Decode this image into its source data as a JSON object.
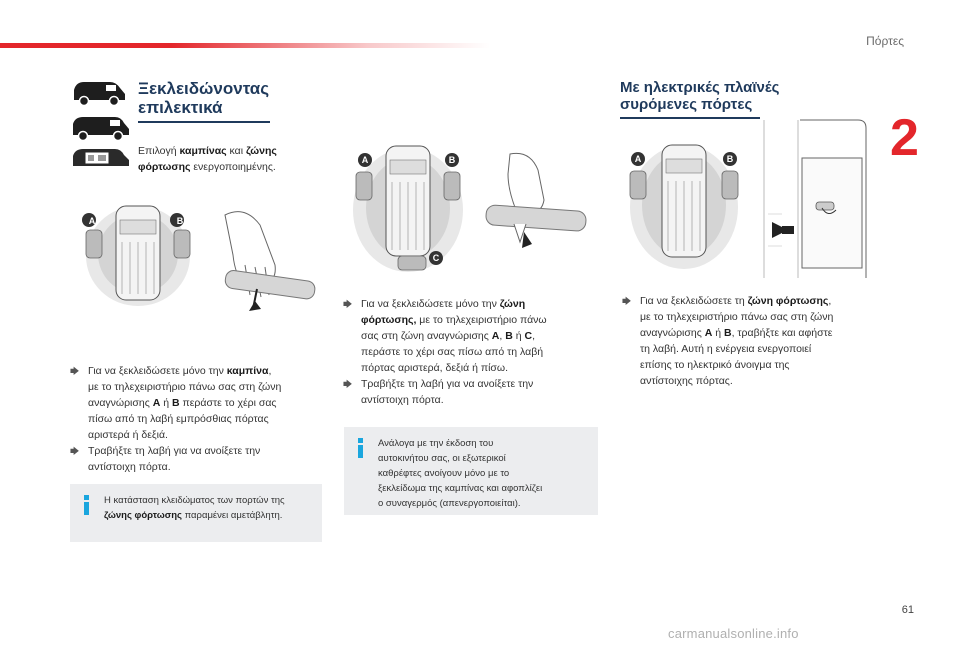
{
  "header": {
    "section": "Πόρτες",
    "chapter": "2"
  },
  "left": {
    "title_line1": "Ξεκλειδώνοντας",
    "title_line2": "επιλεκτικά",
    "selection_prefix": "Επιλογή ",
    "selection_b1": "καμπίνας",
    "selection_mid": " και ",
    "selection_b2": "ζώνης",
    "selection_b3": "φόρτωσης",
    "selection_suffix": " ενεργοποιημένης.",
    "bullet1_pre": "Για να ξεκλειδώσετε μόνο την ",
    "bullet1_bold": "καμπίνα",
    "bullet1_post1": ",",
    "bullet1_line2": "με το τηλεχειριστήριο πάνω σας στη ζώνη",
    "bullet1_line3_pre": "αναγνώρισης ",
    "bullet1_A": "A",
    "bullet1_or": " ή ",
    "bullet1_B": "B",
    "bullet1_line3_post": " περάστε το χέρι σας",
    "bullet1_line4": "πίσω από τη λαβή εμπρόσθιας πόρτας",
    "bullet1_line5": "αριστερά ή δεξιά.",
    "bullet2_line1": "Τραβήξτε τη λαβή για να ανοίξετε την",
    "bullet2_line2": "αντίστοιχη πόρτα.",
    "info_line1": "Η κατάσταση κλειδώματος των πορτών της",
    "info_bold": "ζώνης φόρτωσης",
    "info_line2_post": " παραμένει αμετάβλητη."
  },
  "middle": {
    "bullet1_pre": "Για να ξεκλειδώσετε μόνο την ",
    "bullet1_bold1": "ζώνη",
    "bullet1_bold2": "φόρτωσης,",
    "bullet1_line2_post": " με το τηλεχειριστήριο πάνω",
    "bullet1_line3_pre": "σας στη ζώνη αναγνώρισης ",
    "bullet1_A": "A",
    "bullet1_sep": ", ",
    "bullet1_B": "B",
    "bullet1_or": " ή ",
    "bullet1_C": "C",
    "bullet1_line3_post": ",",
    "bullet1_line4": "περάστε το χέρι σας πίσω από τη λαβή",
    "bullet1_line5": "πόρτας αριστερά, δεξιά ή πίσω.",
    "bullet2_line1": "Τραβήξτε τη λαβή για να ανοίξετε την",
    "bullet2_line2": "αντίστοιχη πόρτα.",
    "info_line1": "Ανάλογα με την έκδοση του",
    "info_line2": "αυτοκινήτου σας, οι εξωτερικοί",
    "info_line3": "καθρέφτες ανοίγουν μόνο με το",
    "info_line4": "ξεκλείδωμα της καμπίνας και αφοπλίζει",
    "info_line5": "ο συναγερμός (απενεργοποιείται)."
  },
  "right": {
    "title_line1": "Με ηλεκτρικές πλαϊνές",
    "title_line2": "συρόμενες πόρτες",
    "bullet1_pre": "Για να ξεκλειδώσετε τη ",
    "bullet1_bold": "ζώνη φόρτωσης",
    "bullet1_post": ",",
    "bullet1_line2": "με το τηλεχειριστήριο πάνω σας στη ζώνη",
    "bullet1_line3_pre": "αναγνώρισης ",
    "bullet1_A": "A",
    "bullet1_or": " ή ",
    "bullet1_B": "B",
    "bullet1_line3_post": ", τραβήξτε και αφήστε",
    "bullet1_line4": "τη λαβή. Αυτή η ενέργεια ενεργοποιεί",
    "bullet1_line5": "επίσης το ηλεκτρικό άνοιγμα της",
    "bullet1_line6": "αντίστοιχης πόρτας."
  },
  "labels": {
    "A": "A",
    "B": "B",
    "C": "C"
  },
  "footer": {
    "page": "61",
    "watermark": "carmanualsonline.info"
  },
  "colors": {
    "accent": "#e3262b",
    "title": "#1f3a5c",
    "info": "#1aa6de",
    "infobox_bg": "#ecedef"
  }
}
